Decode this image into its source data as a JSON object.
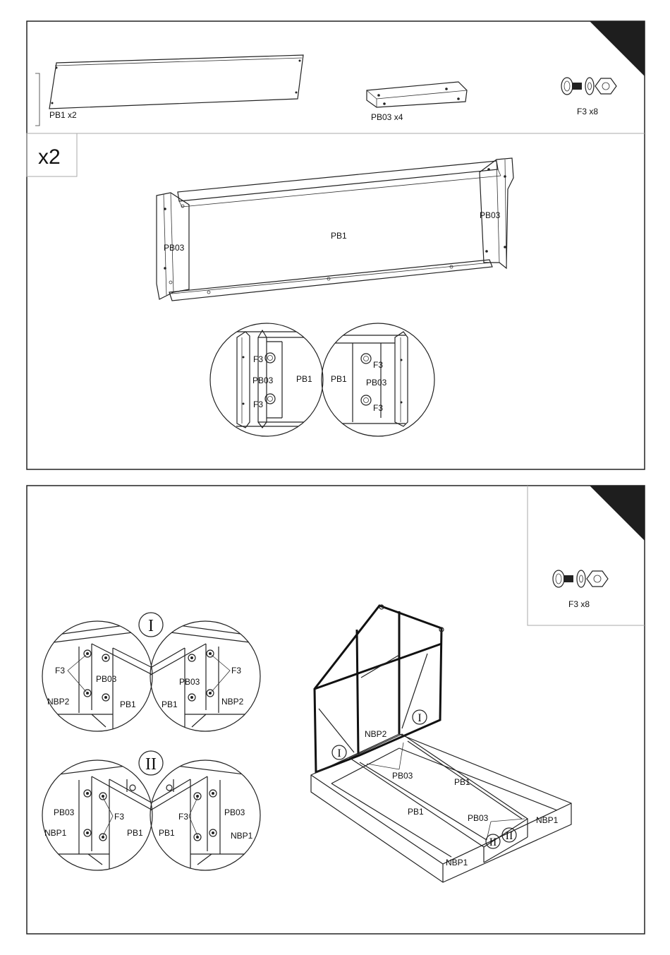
{
  "step1": {
    "parts": {
      "panel": "PB1 x2",
      "bracket": "PB03 x4",
      "fastener": "F3 x8"
    },
    "multiplier": "x2",
    "assembly_labels": {
      "panel": "PB1",
      "bracket_left": "PB03",
      "bracket_right": "PB03"
    },
    "detail_left": {
      "f3_top": "F3",
      "f3_bottom": "F3",
      "bracket": "PB03",
      "panel": "PB1"
    },
    "detail_right": {
      "f3_top": "F3",
      "f3_bottom": "F3",
      "bracket": "PB03",
      "panel": "PB1"
    }
  },
  "step2": {
    "fastener": "F3 x8",
    "callout_1": "I",
    "callout_2": "II",
    "detail_1_left": {
      "fastener": "F3",
      "bracket": "PB03",
      "side_panel": "NBP2",
      "panel": "PB1"
    },
    "detail_1_right": {
      "fastener": "F3",
      "bracket": "PB03",
      "side_panel": "NBP2",
      "panel": "PB1"
    },
    "detail_2_left": {
      "fastener": "F3",
      "bracket": "PB03",
      "end_panel": "NBP1",
      "panel": "PB1"
    },
    "detail_2_right": {
      "fastener": "F3",
      "bracket": "PB03",
      "end_panel": "NBP1",
      "panel": "PB1"
    },
    "main": {
      "side_panel": "NBP2",
      "bracket_a": "PB03",
      "bracket_b": "PB03",
      "panel_a": "PB1",
      "panel_b": "PB1",
      "end_panel_a": "NBP1",
      "end_panel_b": "NBP1",
      "callout_1a": "I",
      "callout_1b": "I",
      "callout_2a": "II",
      "callout_2b": "II"
    }
  }
}
